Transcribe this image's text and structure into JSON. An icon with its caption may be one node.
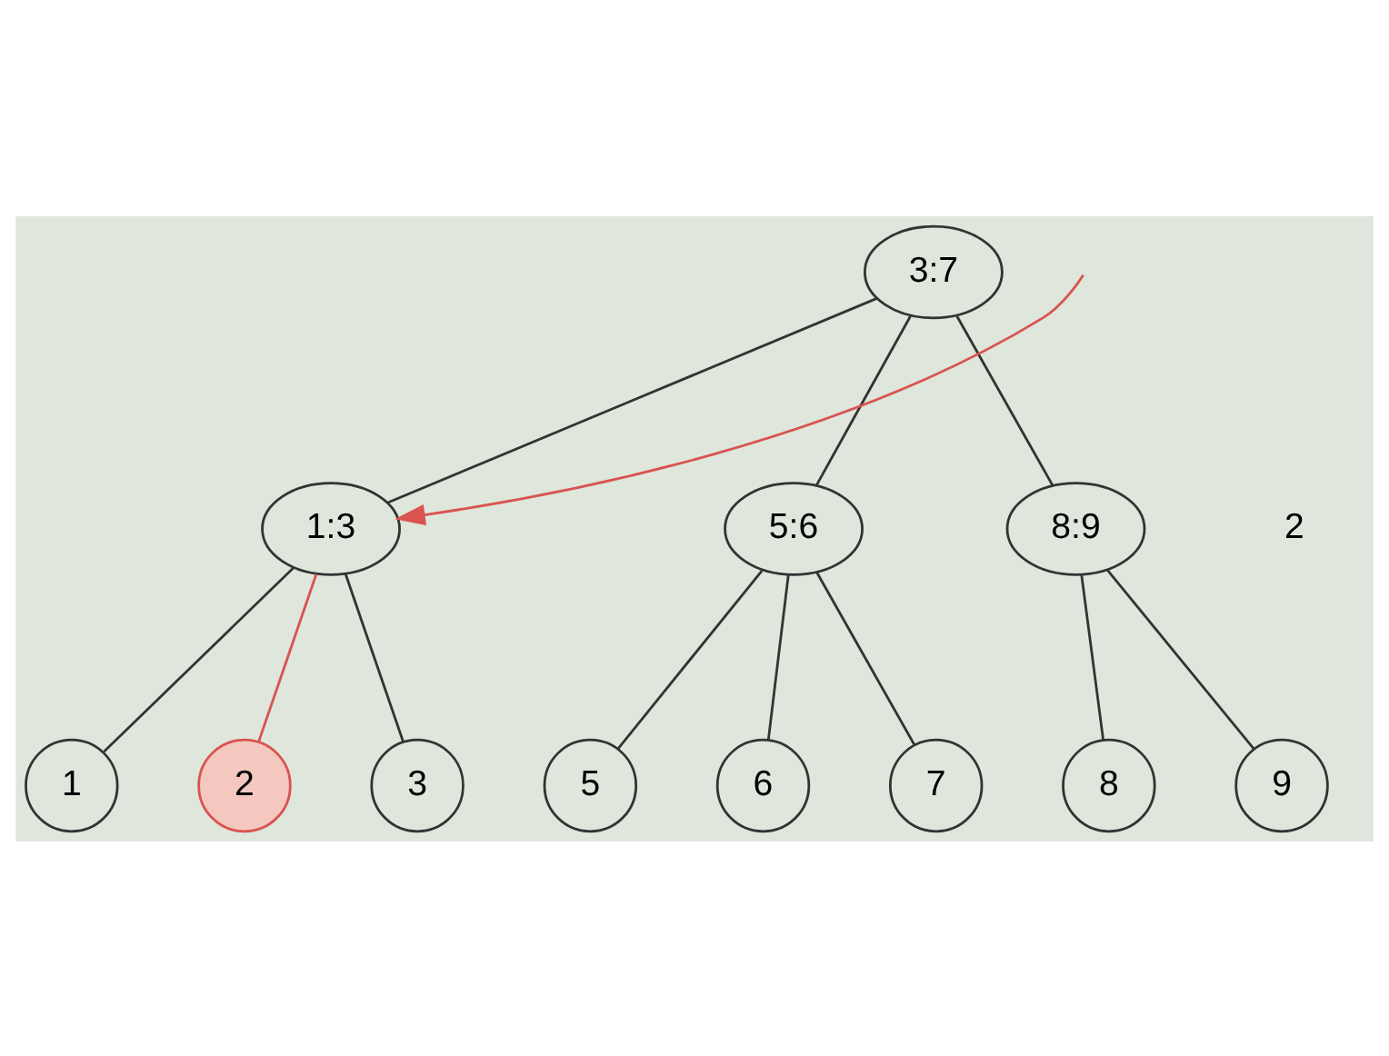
{
  "diagram": {
    "nodes": [
      {
        "text": [
          "3:7"
        ]
      },
      {
        "text": [
          "1:3"
        ]
      },
      {
        "text": [
          "5:6"
        ]
      },
      {
        "text": [
          "8:9"
        ]
      },
      {
        "text": [
          "1"
        ]
      },
      {
        "text": [
          "2"
        ]
      },
      {
        "text": [
          "3"
        ]
      },
      {
        "text": [
          "5"
        ]
      },
      {
        "text": [
          "6"
        ]
      },
      {
        "text": [
          "7"
        ]
      },
      {
        "text": [
          "8"
        ]
      },
      {
        "text": [
          "9"
        ]
      }
    ],
    "edges": [
      {
        "from": 0,
        "to": 1,
        "arrow": "none"
      },
      {
        "from": 0,
        "to": 2,
        "arrow": "none"
      },
      {
        "from": 0,
        "to": 3,
        "arrow": "none"
      },
      {
        "from": 1,
        "to": 4,
        "arrow": "none"
      },
      {
        "from": 1,
        "to": 5,
        "arrow": "none",
        "color": "#d9534f"
      },
      {
        "from": 1,
        "to": 6,
        "arrow": "none"
      },
      {
        "from": 2,
        "to": 7,
        "arrow": "none"
      },
      {
        "from": 2,
        "to": 8,
        "arrow": "none"
      },
      {
        "from": 2,
        "to": 9,
        "arrow": "none"
      },
      {
        "from": 3,
        "to": 10,
        "arrow": "none"
      },
      {
        "from": 3,
        "to": 11,
        "arrow": "none"
      },
      {
        "from": null,
        "to": 1,
        "arrow": "to",
        "color": "#d9534f"
      }
    ],
    "labels": [
      "2"
    ]
  }
}
